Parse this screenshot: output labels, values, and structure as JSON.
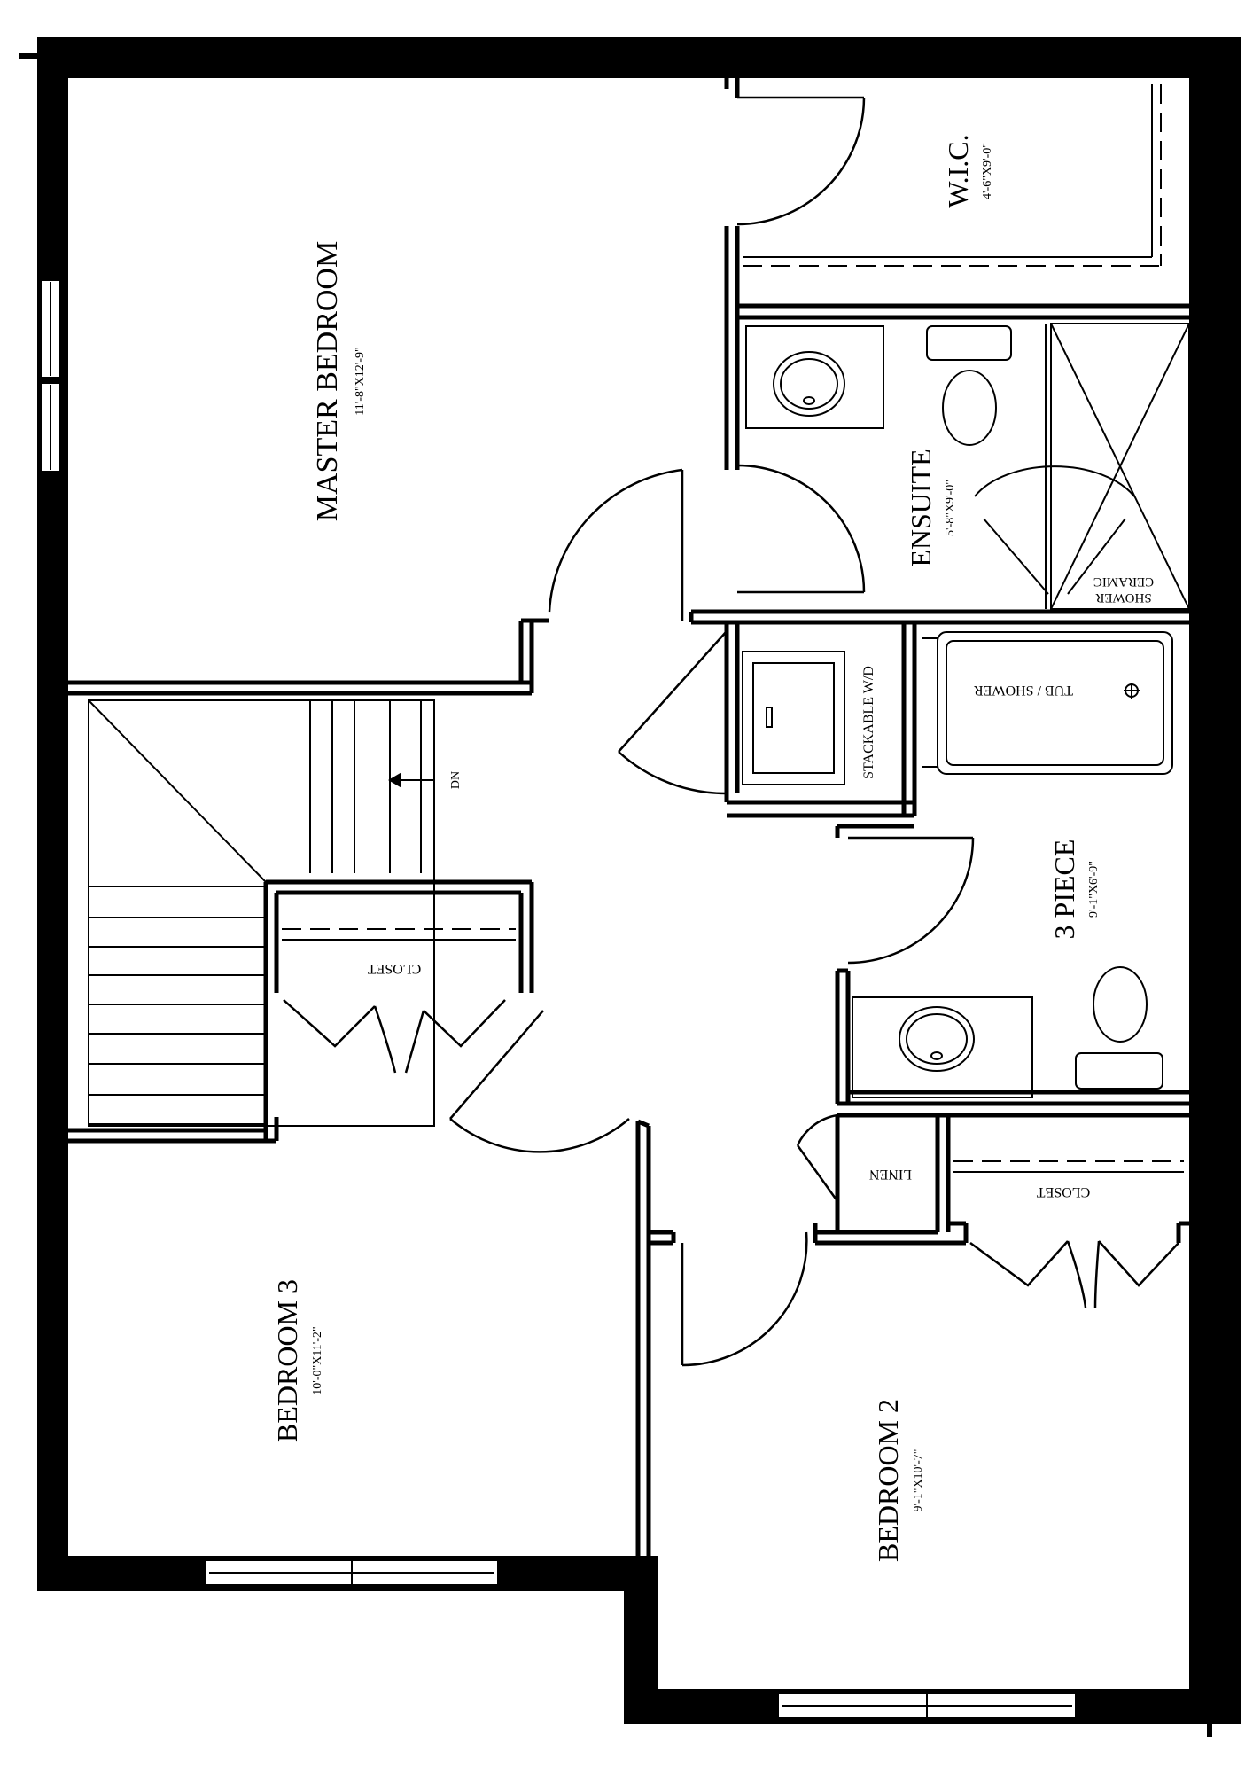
{
  "rooms": {
    "master_bedroom": {
      "name": "MASTER BEDROOM",
      "dims": "11'-8\"X12'-9\""
    },
    "wic": {
      "name": "W.I.C.",
      "dims": "4'-6\"X9'-0\""
    },
    "ensuite": {
      "name": "ENSUITE",
      "dims": "5'-8\"X9'-0\""
    },
    "three_piece": {
      "name": "3 PIECE",
      "dims": "9'-1\"X6'-9\""
    },
    "bedroom3": {
      "name": "BEDROOM 3",
      "dims": "10'-0\"X11'-2\""
    },
    "bedroom2": {
      "name": "BEDROOM 2",
      "dims": "9'-1\"X10'-7\""
    }
  },
  "fixtures": {
    "shower_line1": "SHOWER",
    "shower_line2": "CERAMIC",
    "tub_shower": "TUB / SHOWER",
    "stackable_wd": "STACKABLE W/D",
    "stair_dn": "DN",
    "closet_upper": "CLOSET",
    "closet_lower": "CLOSET",
    "linen": "LINEN"
  }
}
